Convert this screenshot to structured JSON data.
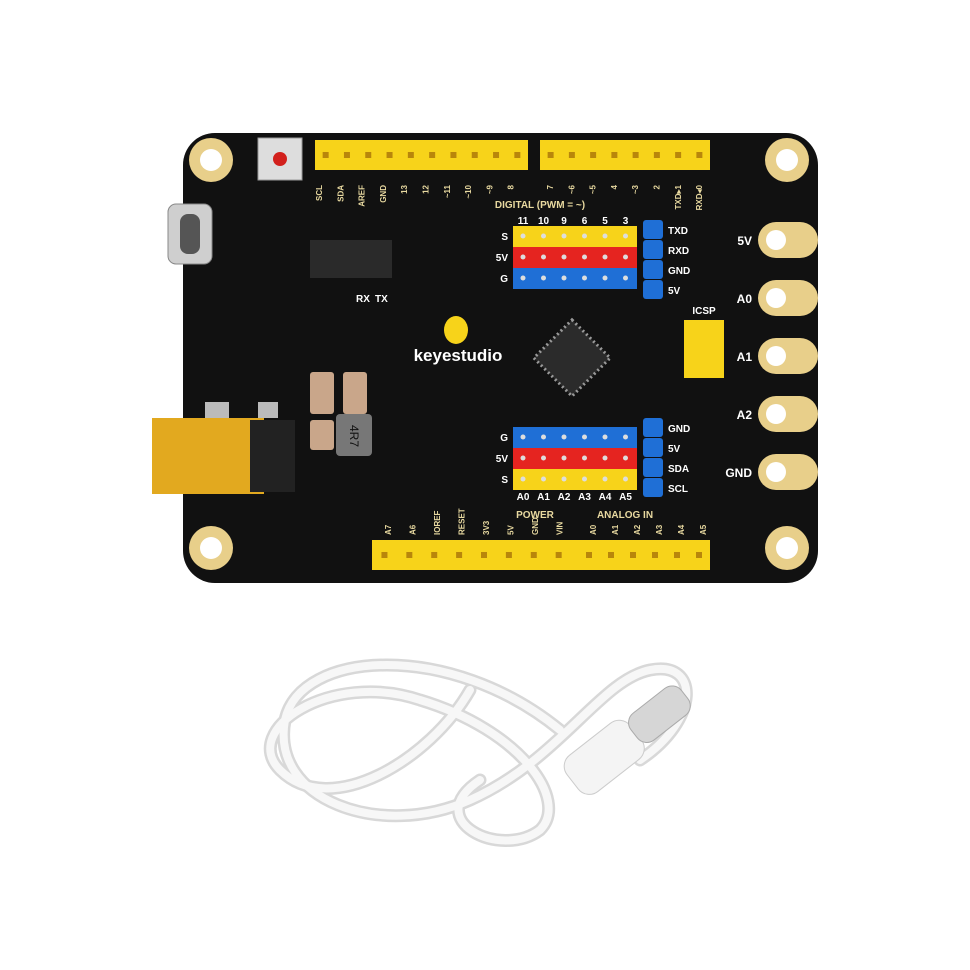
{
  "product": {
    "brand": "keyestudio",
    "inductor_marking": "4R7",
    "header_labels": {
      "digital_title": "DIGITAL (PWM = ~)",
      "top_left": [
        "SCL",
        "SDA",
        "AREF",
        "GND",
        "13",
        "12",
        "~11",
        "~10",
        "~9",
        "8"
      ],
      "top_right": [
        "7",
        "~6",
        "~5",
        "4",
        "~3",
        "2",
        "TXD▸1",
        "RXD◂0"
      ],
      "power_title": "POWER",
      "power_pins": [
        "A7",
        "A6",
        "IOREF",
        "RESET",
        "3V3",
        "5V",
        "GND",
        "VIN"
      ],
      "analog_title": "ANALOG  IN",
      "analog_pins": [
        "A0",
        "A1",
        "A2",
        "A3",
        "A4",
        "A5"
      ],
      "upper_block_cols": [
        "11",
        "10",
        "9",
        "6",
        "5",
        "3"
      ],
      "upper_block_rows": [
        "S",
        "5V",
        "G"
      ],
      "lower_block_cols": [
        "A0",
        "A1",
        "A2",
        "A3",
        "A4",
        "A5"
      ],
      "lower_block_rows": [
        "G",
        "5V",
        "S"
      ],
      "serial_pins": [
        "TXD",
        "RXD",
        "GND",
        "5V"
      ],
      "i2c_pins": [
        "GND",
        "5V",
        "SDA",
        "SCL"
      ],
      "icsp": "ICSP",
      "rx": "RX",
      "tx": "TX",
      "edge_pads": [
        "5V",
        "A0",
        "A1",
        "A2",
        "GND"
      ]
    },
    "colors": {
      "pcb": "#111111",
      "header_yellow": "#f7d31a",
      "pin_red": "#e52420",
      "pin_blue": "#1f6fd6",
      "gold": "#e8cf8a",
      "cable": "#f2f2f2"
    }
  }
}
